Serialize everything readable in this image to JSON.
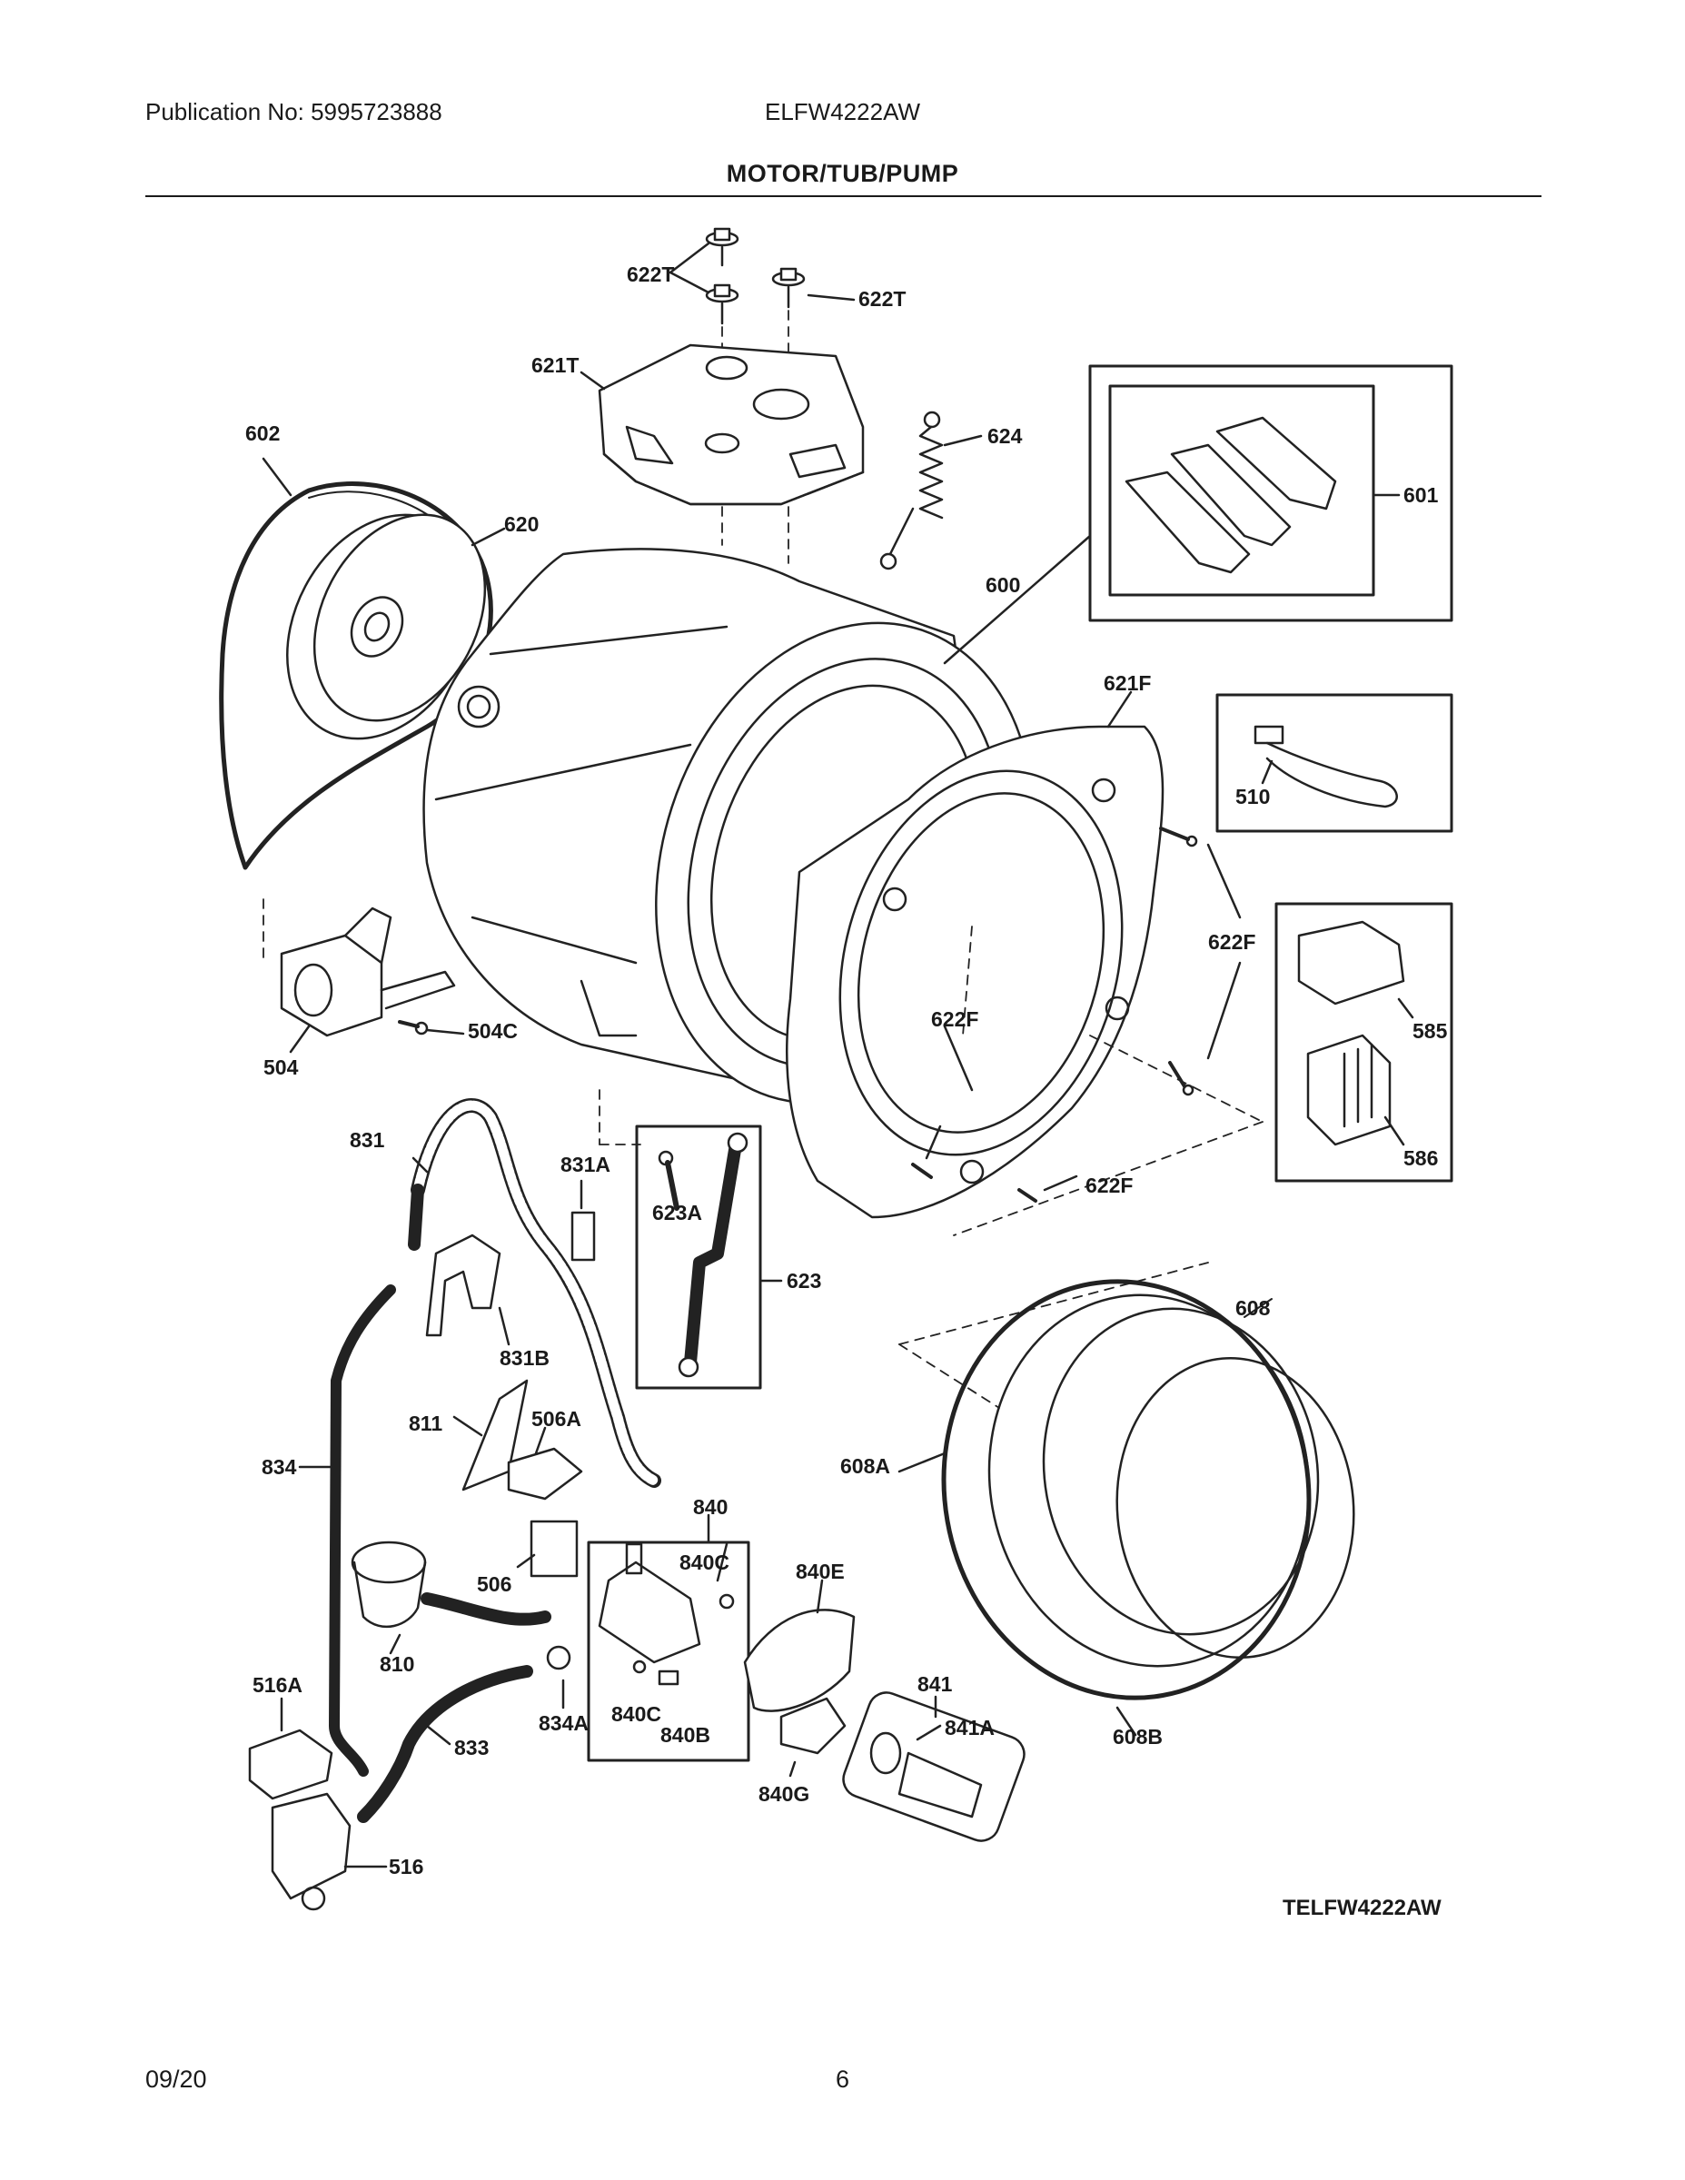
{
  "header": {
    "publication": "Publication No: 5995723888",
    "model": "ELFW4222AW",
    "title": "MOTOR/TUB/PUMP"
  },
  "diagram": {
    "reference_code": "TELFW4222AW",
    "labels": {
      "l622T_a": "622T",
      "l622T_b": "622T",
      "l621T": "621T",
      "l602": "602",
      "l620": "620",
      "l624": "624",
      "l601": "601",
      "l600": "600",
      "l621F": "621F",
      "l510": "510",
      "l622F_r": "622F",
      "l585": "585",
      "l586": "586",
      "l622F_m": "622F",
      "l622F_b": "622F",
      "l504": "504",
      "l504C": "504C",
      "l831": "831",
      "l831A": "831A",
      "l623A": "623A",
      "l623": "623",
      "l831B": "831B",
      "l608": "608",
      "l608A": "608A",
      "l608B": "608B",
      "l811": "811",
      "l506A": "506A",
      "l834": "834",
      "l840": "840",
      "l840C_a": "840C",
      "l840E": "840E",
      "l506": "506",
      "l810": "810",
      "l841": "841",
      "l841A": "841A",
      "l516A": "516A",
      "l833": "833",
      "l834A": "834A",
      "l840C_b": "840C",
      "l840B": "840B",
      "l840G": "840G",
      "l516": "516"
    }
  },
  "footer": {
    "date": "09/20",
    "page": "6"
  }
}
